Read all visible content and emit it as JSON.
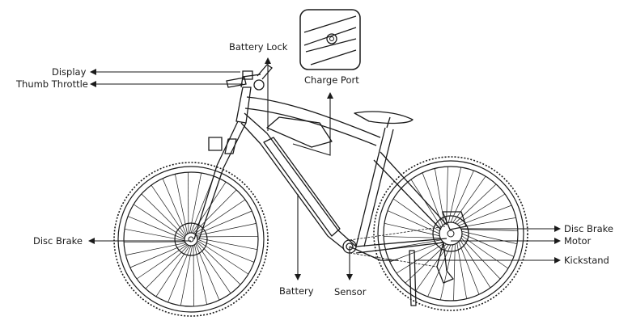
{
  "labels": {
    "display": "Display",
    "thumb_throttle": "Thumb Throttle",
    "battery_lock": "Battery Lock",
    "charge_port": "Charge Port",
    "disc_brake_front": "Disc Brake",
    "battery": "Battery",
    "sensor": "Sensor",
    "disc_brake_rear": "Disc Brake",
    "motor": "Motor",
    "kickstand": "Kickstand"
  },
  "colors": {
    "line": "#1a1a1a",
    "background": "#ffffff"
  }
}
